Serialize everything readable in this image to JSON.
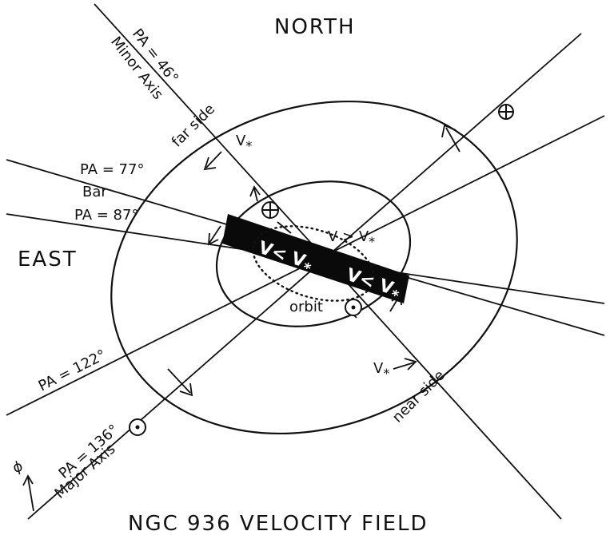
{
  "labels": {
    "north": "NORTH",
    "east": "EAST",
    "title": "NGC 936   VELOCITY FIELD",
    "pa46": "PA = 46°",
    "minor_axis": "Minor Axis",
    "far_side": "far side",
    "pa77": "PA = 77°",
    "bar": "Bar",
    "pa87": "PA = 87°",
    "pa122": "PA = 122°",
    "pa136": "PA = 136°",
    "major_axis": "Major Axis",
    "near_side": "near side",
    "orbit": "orbit",
    "v_star_upper": "V",
    "v_star_lower": "V",
    "v_gt": "V > V",
    "v_lt_left": "V< V",
    "v_lt_right": "V< V",
    "phi": "ϕ",
    "star": "*"
  },
  "symbols": {
    "earth_symbol": "⊕",
    "sun_symbol": "⊙"
  }
}
